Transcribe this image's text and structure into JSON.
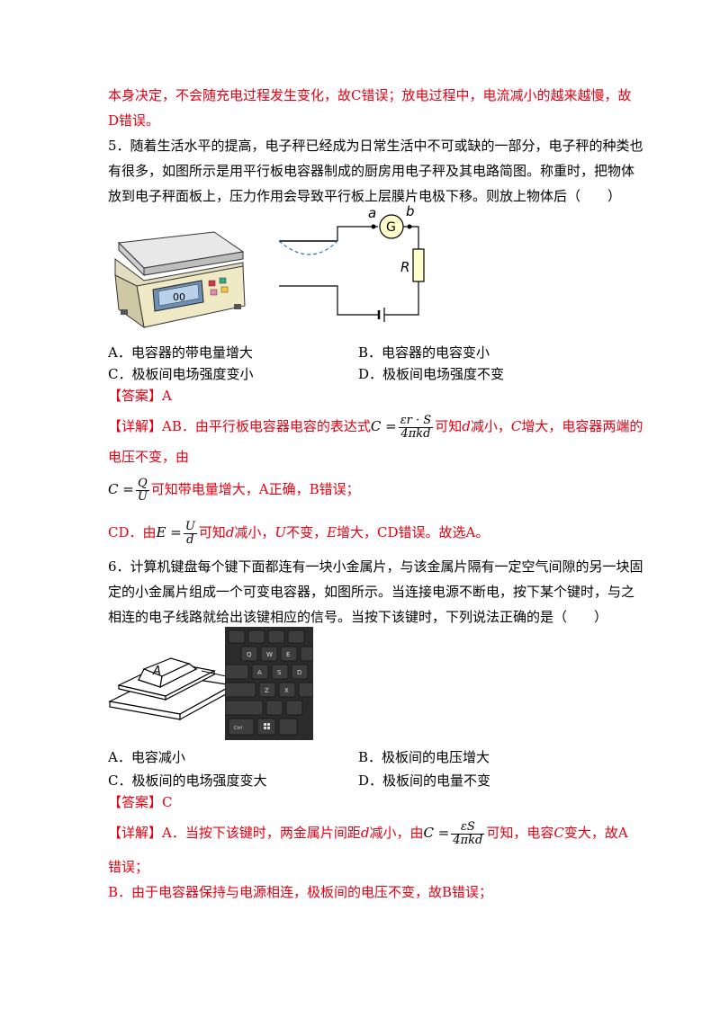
{
  "q4_tail": {
    "line1": "本身决定，不会随充电过程发生变化，故C错误；放电过程中，电流减小的越来越慢，故",
    "line2": "D错误。"
  },
  "q5": {
    "stem_line1": "5．随着生活水平的提高，电子秤已经成为日常生活中不可或缺的一部分，电子秤的种类也",
    "stem_line2": "有很多，如图所示是用平行板电容器制成的厨房用电子秤及其电路简图。称重时，把物体",
    "stem_line3": "放到电子秤面板上，压力作用会导致平行板上层膜片电极下移。则放上物体后（　　）",
    "scale_display": "00",
    "circuit_labels": {
      "a": "a",
      "b": "b",
      "G": "G",
      "R": "R"
    },
    "options": {
      "A": "A．电容器的带电量增大",
      "B": "B．电容器的电容变小",
      "C": "C．极板间电场强度变小",
      "D": "D．极板间电场强度不变"
    },
    "answer": "【答案】A",
    "detail_prefix": "【详解】AB．由平行板电容器电容的表达式",
    "formula1": {
      "lhs": "C =",
      "num": "εr · S",
      "den": "4πkd"
    },
    "detail_mid": "可知",
    "d_var": "d",
    "detail_mid2": "减小，",
    "c_var": "C",
    "detail_mid3": "增大，电容器两端的",
    "detail_line2": "电压不变，由",
    "formula2": {
      "lhs": "C =",
      "num": "Q",
      "den": "U"
    },
    "detail_line3": "可知带电量增大，A正确，B错误；",
    "cd_prefix": "CD．由",
    "formula3": {
      "lhs": "E =",
      "num": "U",
      "den": "d"
    },
    "cd_text1": "可知",
    "cd_text2": "减小，",
    "u_var": "U",
    "cd_text3": "不变，",
    "e_var": "E",
    "cd_text4": "增大，CD错误。故选A。"
  },
  "q6": {
    "stem_line1": "6．计算机键盘每个键下面都连有一块小金属片，与该金属片隔有一定空气间隙的另一块固",
    "stem_line2": "定的小金属片组成一个可变电容器，如图所示。当连接电源不断电，按下某个键时，与之",
    "stem_line3": "相连的电子线路就给出该键相应的信号。当按下该键时，下列说法正确的是（　　）",
    "diagram_label": "A",
    "keys": [
      "Q",
      "W",
      "E",
      "A",
      "S",
      "D",
      "Z",
      "X",
      "Ctrl"
    ],
    "options": {
      "A": "A．电容减小",
      "B": "B．极板间的电压增大",
      "C": "C．极板间的电场强度变大",
      "D": "D．极板间的电量不变"
    },
    "answer": "【答案】C",
    "detail_prefix": "【详解】A．当按下该键时，两金属片间距",
    "d_var": "d",
    "detail_mid": "减小，由",
    "formula": {
      "lhs": "C =",
      "num": "εS",
      "den": "4πkd"
    },
    "detail_mid2": "可知，电容",
    "c_var": "C",
    "detail_mid3": "变大，故A",
    "detail_line2": "错误；",
    "detail_b": "B．由于电容器保持与电源相连，极板间的电压不变，故B错误；"
  }
}
